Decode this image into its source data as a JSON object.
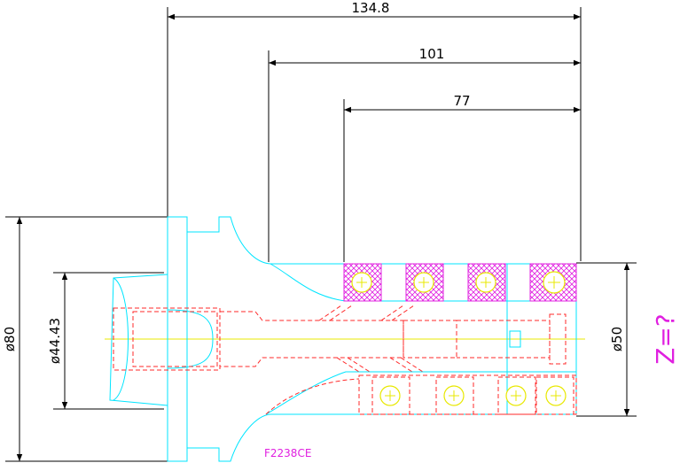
{
  "dimensions": {
    "overall_length": "134.8",
    "mid_length": "101",
    "short_length": "77",
    "outer_diameter": "ø80",
    "bore_diameter": "ø44.43",
    "cutter_diameter": "ø50"
  },
  "part_code": "F2238CE",
  "tooth_count_label": "Z=?",
  "colors": {
    "dimension": "#000000",
    "outline": "#00e5ff",
    "hidden": "#ff2a2a",
    "center": "#e8e800",
    "insert_hatch": "#e020e0",
    "annotation": "#e020e0"
  }
}
